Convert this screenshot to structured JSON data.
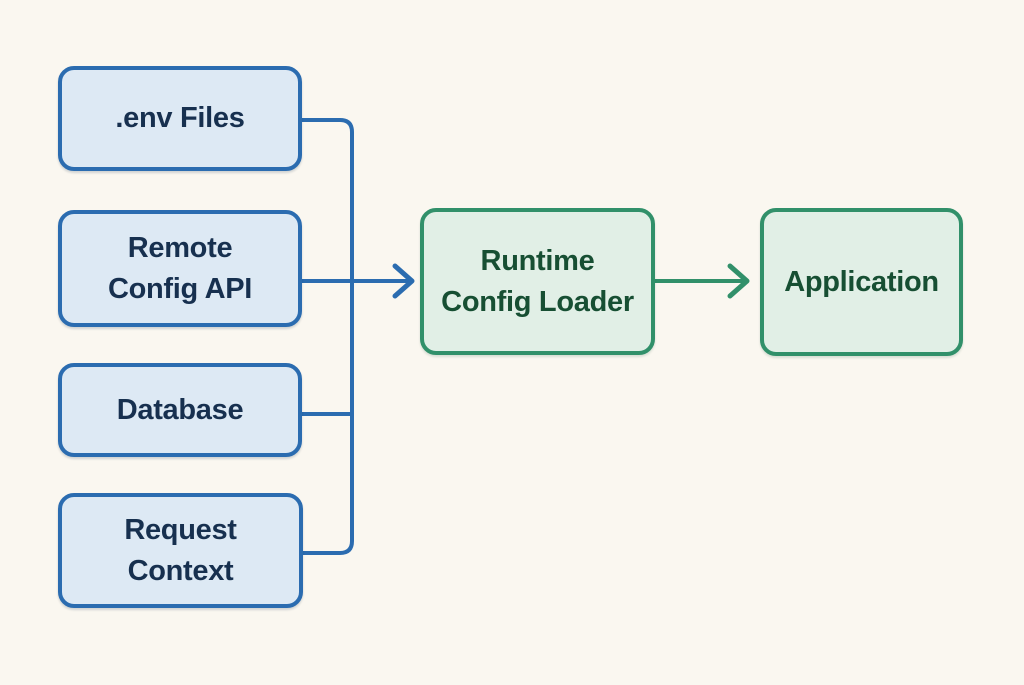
{
  "diagram": {
    "type": "flowchart",
    "nodes": {
      "env_files": {
        "label": ".env Files"
      },
      "remote_config_api": {
        "label": "Remote\nConfig API"
      },
      "database": {
        "label": "Database"
      },
      "request_context": {
        "label": "Request\nContext"
      },
      "runtime_config_loader": {
        "label": "Runtime\nConfig Loader"
      },
      "application": {
        "label": "Application"
      }
    },
    "edges": [
      {
        "from": ".env Files",
        "to": "Runtime Config Loader",
        "color": "#2b6cb0"
      },
      {
        "from": "Remote Config API",
        "to": "Runtime Config Loader",
        "color": "#2b6cb0"
      },
      {
        "from": "Database",
        "to": "Runtime Config Loader",
        "color": "#2b6cb0"
      },
      {
        "from": "Request Context",
        "to": "Runtime Config Loader",
        "color": "#2b6cb0"
      },
      {
        "from": "Runtime Config Loader",
        "to": "Application",
        "color": "#31906a"
      }
    ],
    "colors": {
      "background": "#faf7f0",
      "source_node_fill": "#dde9f4",
      "source_node_border": "#2b6cb0",
      "source_node_text": "#17304f",
      "green_node_fill": "#e1efe6",
      "green_node_border": "#31906a",
      "green_node_text": "#174f33",
      "blue_edge": "#2b6cb0",
      "green_edge": "#31906a"
    }
  }
}
